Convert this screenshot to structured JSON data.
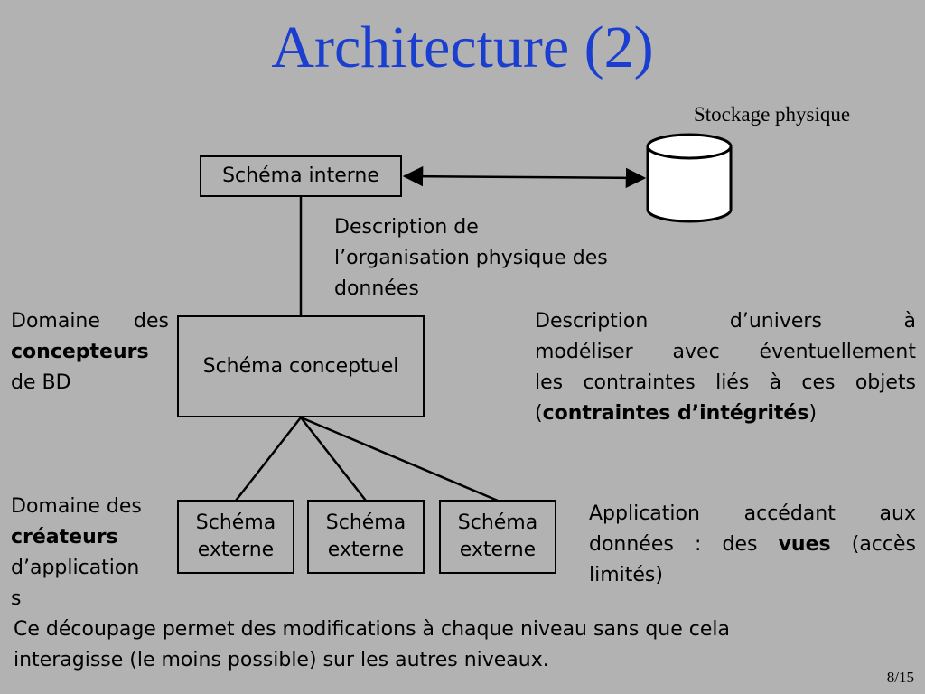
{
  "slide": {
    "title": "Architecture (2)",
    "storage_label": "Stockage physique",
    "page_number": "8/15"
  },
  "boxes": {
    "internal_schema": "Schéma interne",
    "conceptual_schema": "Schéma conceptuel",
    "external_schema_1_line1": "Schéma",
    "external_schema_1_line2": "externe",
    "external_schema_2_line1": "Schéma",
    "external_schema_2_line2": "externe",
    "external_schema_3_line1": "Schéma",
    "external_schema_3_line2": "externe"
  },
  "annotations": {
    "physical_description": {
      "line1": "Description de",
      "line2": "l’organisation physique des",
      "line3": "données"
    },
    "designers_domain": {
      "line1": "Domaine des",
      "line2_bold": "concepteurs",
      "line3": "de BD"
    },
    "universe_description": {
      "line1": "Description d’univers à",
      "line2": "modéliser avec éventuellement",
      "line3": "les contraintes liés à ces objets",
      "line4_open": "(",
      "line4_bold": "contraintes d’intégrités",
      "line4_close": ")"
    },
    "creators_domain": {
      "line1": "Domaine des",
      "line2_bold": "créateurs",
      "line3": "d’application",
      "line4": "s"
    },
    "application_access": {
      "line1": "Application accédant aux",
      "line2_before": "données : des ",
      "line2_bold": "vues",
      "line2_after": " (accès",
      "line3": "limités)"
    },
    "footer": {
      "line1": "Ce découpage permet des modifications à chaque niveau sans que cela",
      "line2": "interagisse (le moins possible) sur les autres niveaux."
    }
  }
}
